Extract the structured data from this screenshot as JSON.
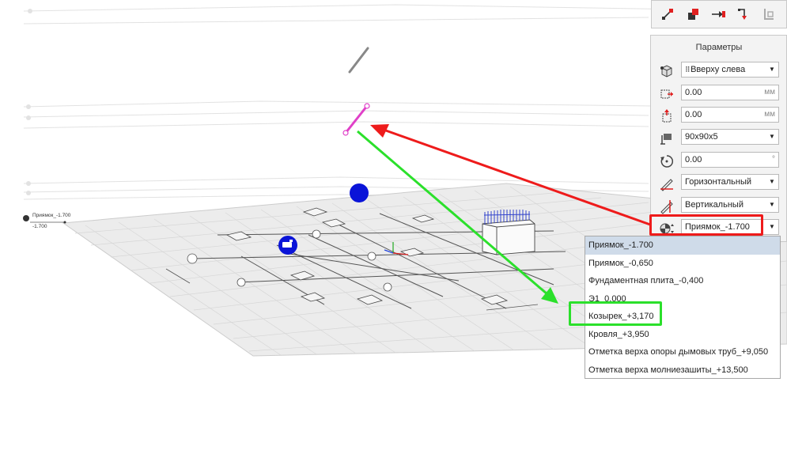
{
  "params": {
    "title": "Параметры",
    "anchor": {
      "value": "Вверху слева"
    },
    "offset_x": {
      "value": "0.00",
      "unit": "мм"
    },
    "offset_y": {
      "value": "0.00",
      "unit": "мм"
    },
    "profile": {
      "value": "90x90x5"
    },
    "angle": {
      "value": "0.00",
      "unit": "°"
    },
    "horizontal_align": {
      "value": "Горизонтальный"
    },
    "vertical_align": {
      "value": "Вертикальный"
    },
    "level": {
      "value": "Приямок_-1.700"
    }
  },
  "level_options": [
    "Приямок_-1.700",
    "Приямок_-0,650",
    "Фундаментная плита_-0,400",
    "Э1_0,000",
    "Козырек_+3,170",
    "Кровля_+3,950",
    "Отметка верха опоры дымовых труб_+9,050",
    "Отметка верха молниезашиты_+13,500"
  ],
  "selected_level_index": 0,
  "viewport": {
    "level_label": "Приямок_-1.700",
    "level_value": "-1.700"
  },
  "colors": {
    "highlight_red": "#ee1b1b",
    "highlight_green": "#2be02b",
    "selected_element": "#e040c8",
    "marker_blue": "#0a14d8"
  },
  "icons": [
    "line-tool-icon",
    "block-tool-icon",
    "arrow-tool-icon",
    "branch-tool-icon",
    "l-shape-tool-icon"
  ]
}
